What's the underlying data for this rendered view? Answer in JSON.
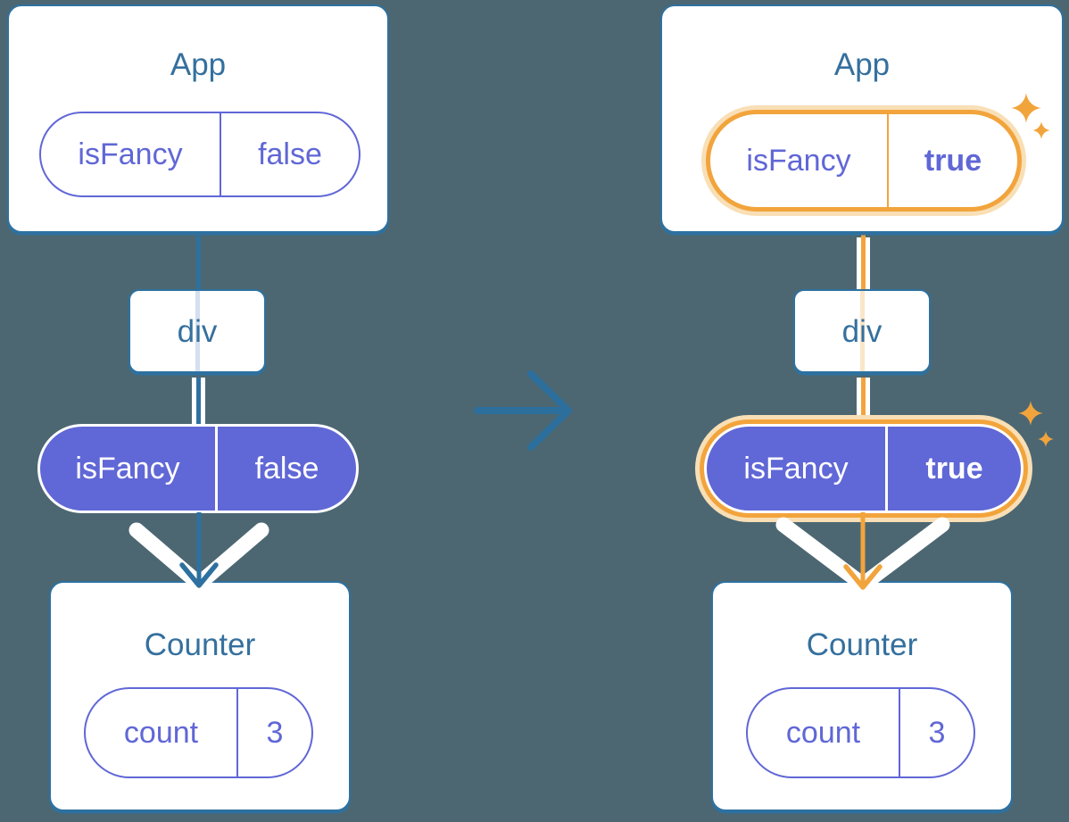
{
  "colors": {
    "background": "#4C6772",
    "card_border": "#2E71A0",
    "title_text": "#35709E",
    "purple": "#6067D6",
    "orange": "#F2A43C",
    "orange_glow": "#F9DFB6",
    "faint_blue_line": "#D4DFF0",
    "faint_peach_line": "#FAE6C8",
    "card_background": "#FFFFFF"
  },
  "panels": {
    "before": {
      "app_title": "App",
      "app_prop_name": "isFancy",
      "app_prop_value": "false",
      "div_label": "div",
      "passed_prop_name": "isFancy",
      "passed_prop_value": "false",
      "counter_title": "Counter",
      "state_name": "count",
      "state_value": "3"
    },
    "after": {
      "app_title": "App",
      "app_prop_name": "isFancy",
      "app_prop_value": "true",
      "div_label": "div",
      "passed_prop_name": "isFancy",
      "passed_prop_value": "true",
      "counter_title": "Counter",
      "state_name": "count",
      "state_value": "3"
    }
  }
}
